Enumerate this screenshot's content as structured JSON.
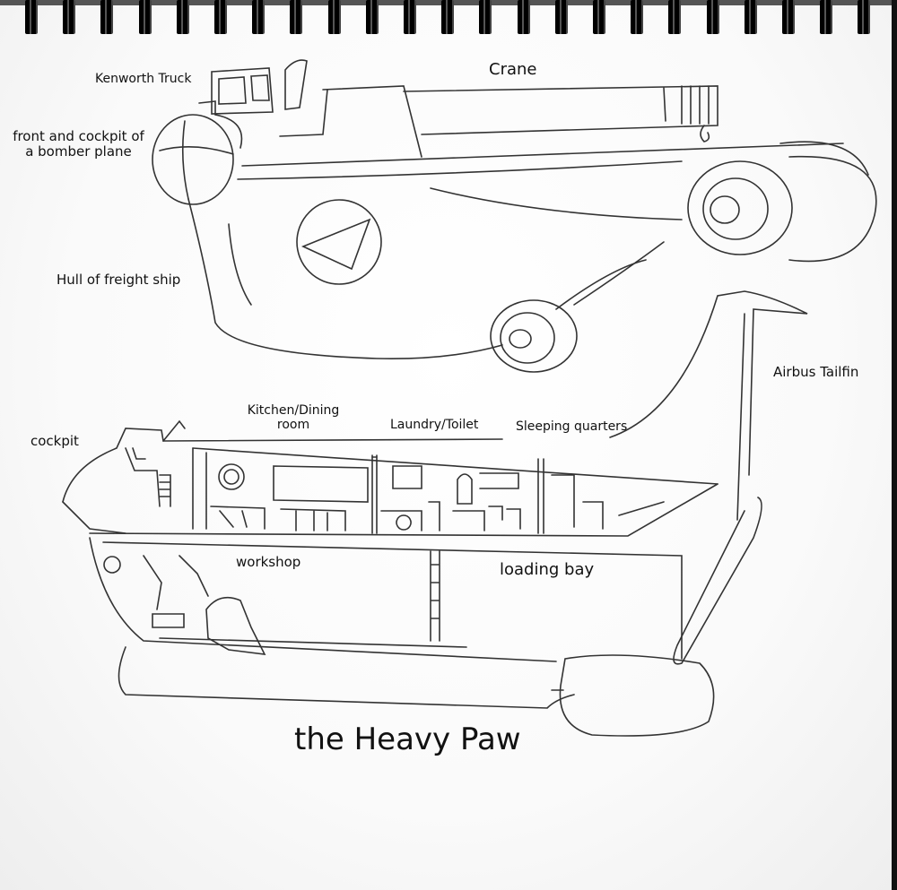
{
  "sketch": {
    "title": "the Heavy Paw",
    "upper_view_labels": {
      "kenworth_truck": "Kenworth Truck",
      "crane": "Crane",
      "bomber_front": "front and cockpit of a bomber plane",
      "hull": "Hull of freight ship",
      "tailfin": "Airbus Tailfin"
    },
    "cross_section_labels": {
      "cockpit": "cockpit",
      "kitchen": "Kitchen/Dining room",
      "laundry": "Laundry/Toilet",
      "sleeping": "Sleeping quarters",
      "workshop": "workshop",
      "loading_bay": "loading bay"
    },
    "spiral_ring_count": 23
  }
}
